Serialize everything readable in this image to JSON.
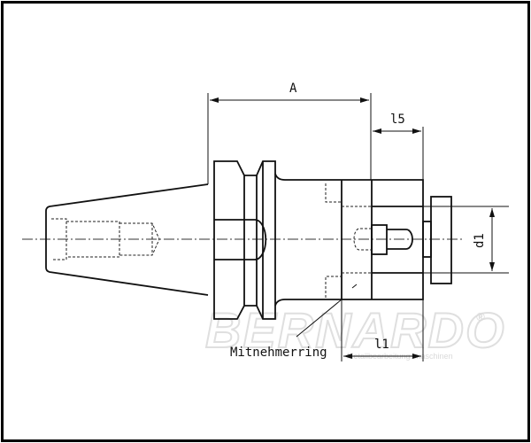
{
  "drawing": {
    "dimensions": {
      "A": "A",
      "l5": "l5",
      "l1": "l1",
      "d1": "d1"
    },
    "callout": "Mitnehmerring"
  },
  "watermark": {
    "brand": "BERNARDO",
    "registered": "®",
    "tagline": "Metallbearbeitungsmaschinen"
  },
  "colors": {
    "line": "#111111",
    "watermark": "#e6e6e6",
    "frame": "#000000"
  }
}
